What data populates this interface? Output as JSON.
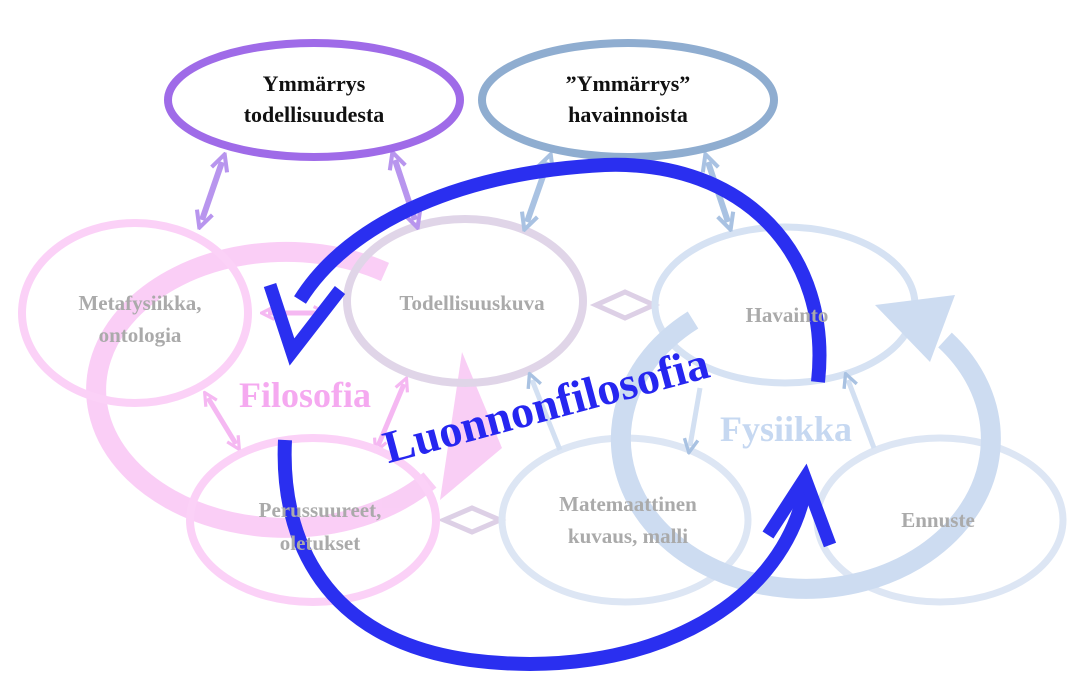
{
  "diagram": {
    "top_nodes": [
      {
        "id": "understanding-reality",
        "line1": "Ymmärrys",
        "line2": "todellisuudesta"
      },
      {
        "id": "understanding-observations",
        "line1": "”Ymmärrys”",
        "line2": "havainnoista"
      }
    ],
    "nodes": [
      {
        "id": "metaphysics",
        "line1": "Metafysiikka,",
        "line2": "ontologia"
      },
      {
        "id": "worldview",
        "line1": "Todellisuuskuva"
      },
      {
        "id": "observation",
        "line1": "Havainto"
      },
      {
        "id": "axioms",
        "line1": "Perussuureet,",
        "line2": "oletukset"
      },
      {
        "id": "model",
        "line1": "Matemaattinen",
        "line2": "kuvaus, malli"
      },
      {
        "id": "prediction",
        "line1": "Ennuste"
      }
    ],
    "labels": {
      "philosophy": "Filosofia",
      "physics": "Fysiikka",
      "natural_philosophy": "Luonnonfilosofia"
    }
  },
  "colors": {
    "purple": "#9f6be8",
    "steel_blue": "#8fadd0",
    "pink": "#f5b8f2",
    "lavender": "#ddd0e6",
    "light_blue": "#cfdcf0",
    "royal_blue": "#2a2ff0"
  }
}
